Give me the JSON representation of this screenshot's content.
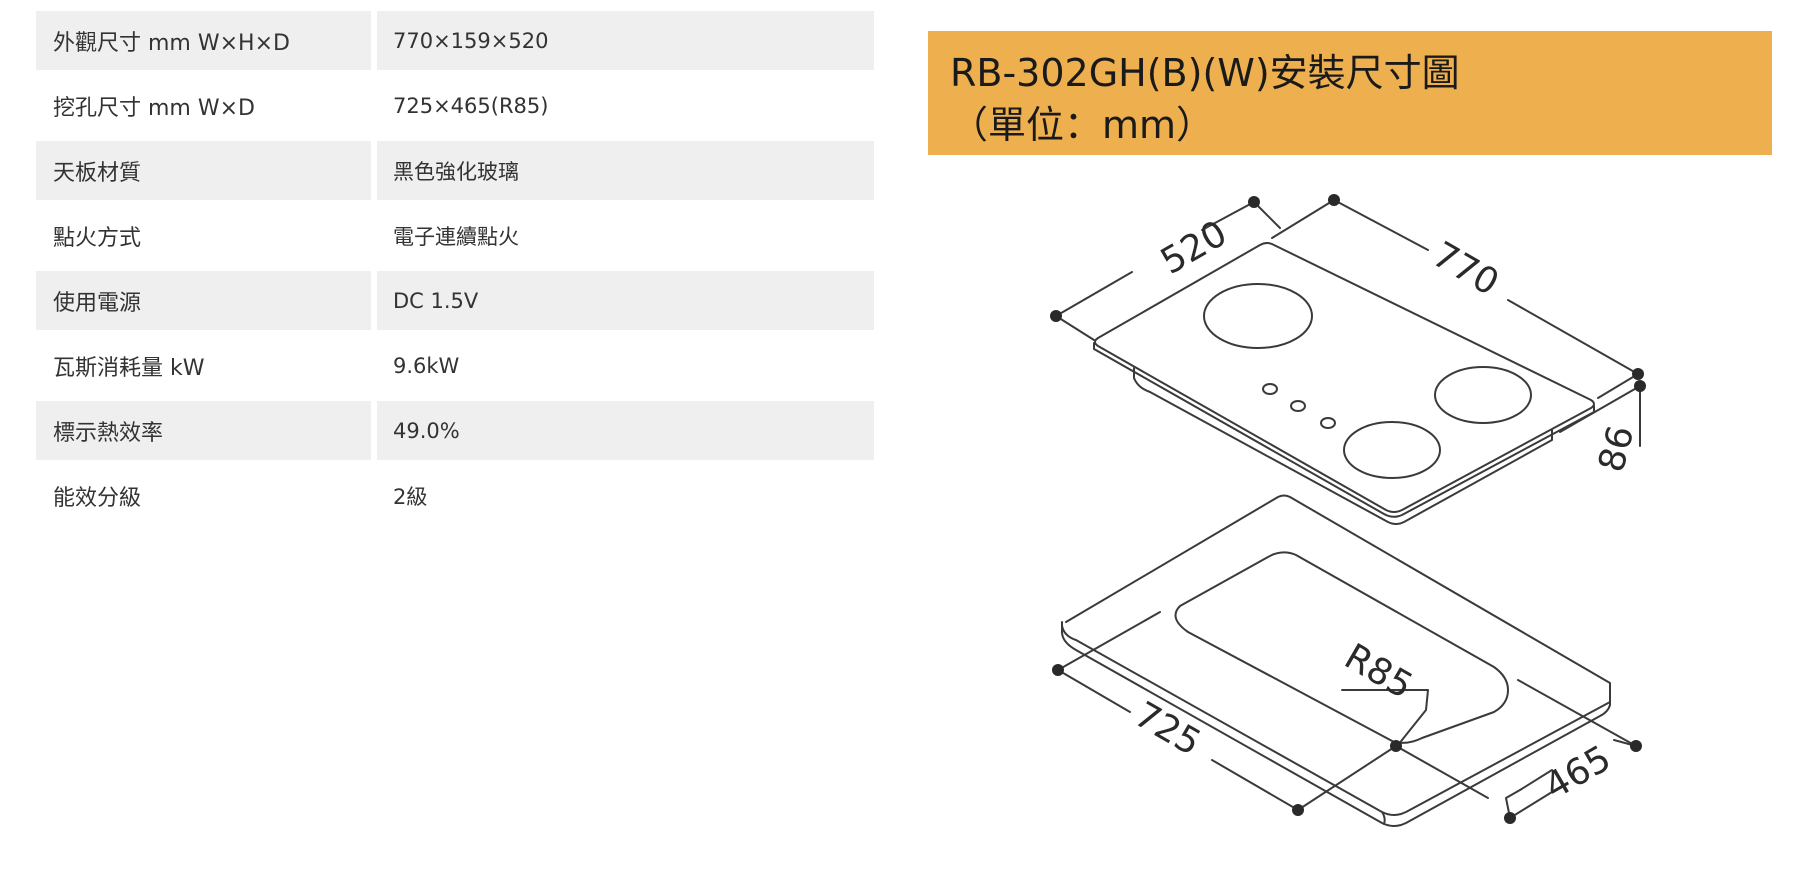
{
  "specs": [
    {
      "label": "外觀尺寸 mm W×H×D",
      "value": "770×159×520"
    },
    {
      "label": "挖孔尺寸 mm W×D",
      "value": "725×465(R85)"
    },
    {
      "label": "天板材質",
      "value": "黑色強化玻璃"
    },
    {
      "label": "點火方式",
      "value": "電子連續點火"
    },
    {
      "label": "使用電源",
      "value": "DC 1.5V"
    },
    {
      "label": "瓦斯消耗量 kW",
      "value": "9.6kW"
    },
    {
      "label": "標示熱效率",
      "value": "49.0%"
    },
    {
      "label": "能效分級",
      "value": "2級"
    }
  ],
  "diagram": {
    "title_line1": "RB-302GH(B)(W)安裝尺寸圖",
    "title_line2": "（單位：mm）",
    "dimensions": {
      "depth": "520",
      "width": "770",
      "height": "86",
      "cutout_radius": "R85",
      "cutout_width": "725",
      "cutout_depth": "465"
    }
  },
  "colors": {
    "header_bg": "#eeb04f",
    "row_shade": "#efefef",
    "line": "#3a3a3a"
  }
}
